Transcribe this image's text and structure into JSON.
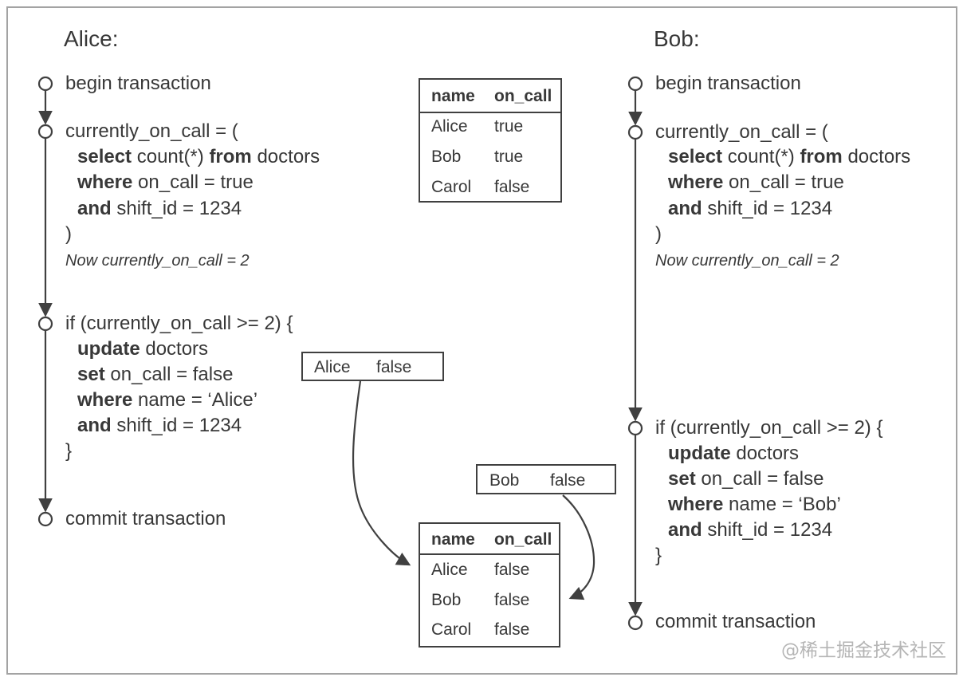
{
  "watermark": "@稀土掘金技术社区",
  "alice": {
    "title": "Alice:",
    "begin": "begin transaction",
    "commit": "commit transaction",
    "read": {
      "open": "currently_on_call = (",
      "select": [
        {
          "t": "select",
          "b": true
        },
        {
          "t": " count(*) ",
          "b": false
        },
        {
          "t": "from",
          "b": true
        },
        {
          "t": " doctors",
          "b": false
        }
      ],
      "where": [
        {
          "t": "where",
          "b": true
        },
        {
          "t": " on_call = true",
          "b": false
        }
      ],
      "and": [
        {
          "t": "and",
          "b": true
        },
        {
          "t": " shift_id = 1234",
          "b": false
        }
      ],
      "close": ")",
      "note": "Now currently_on_call = 2"
    },
    "cond": {
      "open": "if (currently_on_call >= 2) {",
      "update": [
        {
          "t": "update",
          "b": true
        },
        {
          "t": " doctors",
          "b": false
        }
      ],
      "set": [
        {
          "t": "set",
          "b": true
        },
        {
          "t": " on_call = false",
          "b": false
        }
      ],
      "where": [
        {
          "t": "where",
          "b": true
        },
        {
          "t": " name = ‘Alice’",
          "b": false
        }
      ],
      "and": [
        {
          "t": "and",
          "b": true
        },
        {
          "t": " shift_id = 1234",
          "b": false
        }
      ],
      "close": "}"
    }
  },
  "bob": {
    "title": "Bob:",
    "begin": "begin transaction",
    "commit": "commit transaction",
    "read": {
      "open": "currently_on_call = (",
      "select": [
        {
          "t": "select",
          "b": true
        },
        {
          "t": " count(*) ",
          "b": false
        },
        {
          "t": "from",
          "b": true
        },
        {
          "t": " doctors",
          "b": false
        }
      ],
      "where": [
        {
          "t": "where",
          "b": true
        },
        {
          "t": " on_call = true",
          "b": false
        }
      ],
      "and": [
        {
          "t": "and",
          "b": true
        },
        {
          "t": " shift_id = 1234",
          "b": false
        }
      ],
      "close": ")",
      "note": "Now currently_on_call = 2"
    },
    "cond": {
      "open": "if (currently_on_call >= 2) {",
      "update": [
        {
          "t": "update",
          "b": true
        },
        {
          "t": " doctors",
          "b": false
        }
      ],
      "set": [
        {
          "t": "set",
          "b": true
        },
        {
          "t": " on_call = false",
          "b": false
        }
      ],
      "where": [
        {
          "t": "where",
          "b": true
        },
        {
          "t": " name = ‘Bob’",
          "b": false
        }
      ],
      "and": [
        {
          "t": "and",
          "b": true
        },
        {
          "t": " shift_id = 1234",
          "b": false
        }
      ],
      "close": "}"
    }
  },
  "table_initial": {
    "headers": [
      "name",
      "on_call"
    ],
    "rows": [
      [
        "Alice",
        "true"
      ],
      [
        "Bob",
        "true"
      ],
      [
        "Carol",
        "false"
      ]
    ]
  },
  "table_final": {
    "headers": [
      "name",
      "on_call"
    ],
    "rows": [
      [
        "Alice",
        "false"
      ],
      [
        "Bob",
        "false"
      ],
      [
        "Carol",
        "false"
      ]
    ]
  },
  "box_alice": {
    "name": "Alice",
    "value": "false"
  },
  "box_bob": {
    "name": "Bob",
    "value": "false"
  },
  "colors": {
    "text": "#383838",
    "line": "#404040",
    "frame": "#a3a3a3",
    "watermark": "#b5b5b5"
  }
}
